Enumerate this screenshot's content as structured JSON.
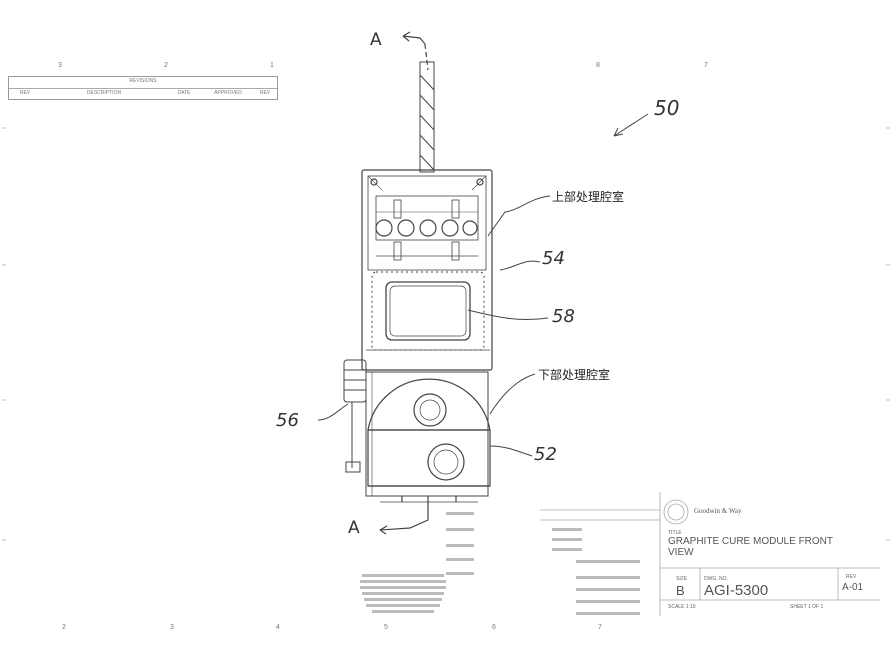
{
  "section_marker": {
    "letter": "A"
  },
  "reference_numerals": {
    "assembly": "50",
    "window": "58",
    "panel": "54",
    "lower_door": "52",
    "side_port": "56"
  },
  "callouts": {
    "upper_chamber": "上部处理腔室",
    "lower_chamber": "下部处理腔室"
  },
  "border_zones": {
    "top": [
      "3",
      "2",
      "1",
      "8",
      "7"
    ],
    "bottom": [
      "2",
      "3",
      "4",
      "5",
      "6",
      "7"
    ]
  },
  "revision_table": {
    "header": "REVISIONS",
    "columns": [
      "REV",
      "DESCRIPTION",
      "DATE",
      "APPROVED",
      "REV"
    ]
  },
  "title_block": {
    "company": "Goodwin & Way",
    "title_label": "TITLE",
    "title_line1": "GRAPHITE CURE MODULE FRONT",
    "title_line2": "VIEW",
    "size_label": "SIZE",
    "size": "B",
    "dwg_label": "DWG. NO.",
    "dwg_no": "AGI-5300",
    "rev_label": "REV",
    "rev": "A-01",
    "scale": "SCALE 1:10",
    "sheet": "SHEET 1 OF 1"
  }
}
